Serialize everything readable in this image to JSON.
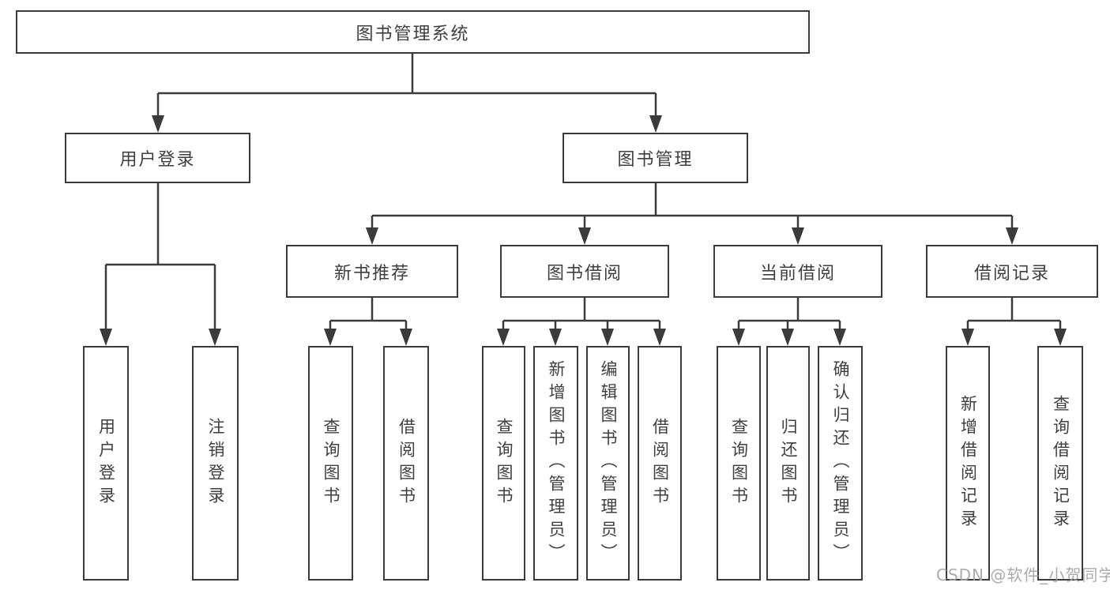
{
  "tree": {
    "root": {
      "label": "图书管理系统",
      "children": [
        {
          "label": "用户登录",
          "children": [
            {
              "label": "用户登录"
            },
            {
              "label": "注销登录"
            }
          ]
        },
        {
          "label": "图书管理",
          "children": [
            {
              "label": "新书推荐",
              "children": [
                {
                  "label": "查询图书"
                },
                {
                  "label": "借阅图书"
                }
              ]
            },
            {
              "label": "图书借阅",
              "children": [
                {
                  "label": "查询图书"
                },
                {
                  "label": "新增图书（管理员）"
                },
                {
                  "label": "编辑图书（管理员）"
                },
                {
                  "label": "借阅图书"
                }
              ]
            },
            {
              "label": "当前借阅",
              "children": [
                {
                  "label": "查询图书"
                },
                {
                  "label": "归还图书"
                },
                {
                  "label": "确认归还（管理员）"
                }
              ]
            },
            {
              "label": "借阅记录",
              "children": [
                {
                  "label": "新增借阅记录"
                },
                {
                  "label": "查询借阅记录"
                }
              ]
            }
          ]
        }
      ]
    }
  },
  "watermark": "CSDN @软件_小贺同学",
  "colors": {
    "line": "#3b3b3b",
    "text": "#3f3f3f",
    "background": "#ffffff",
    "watermark": "#a3a3a3"
  }
}
